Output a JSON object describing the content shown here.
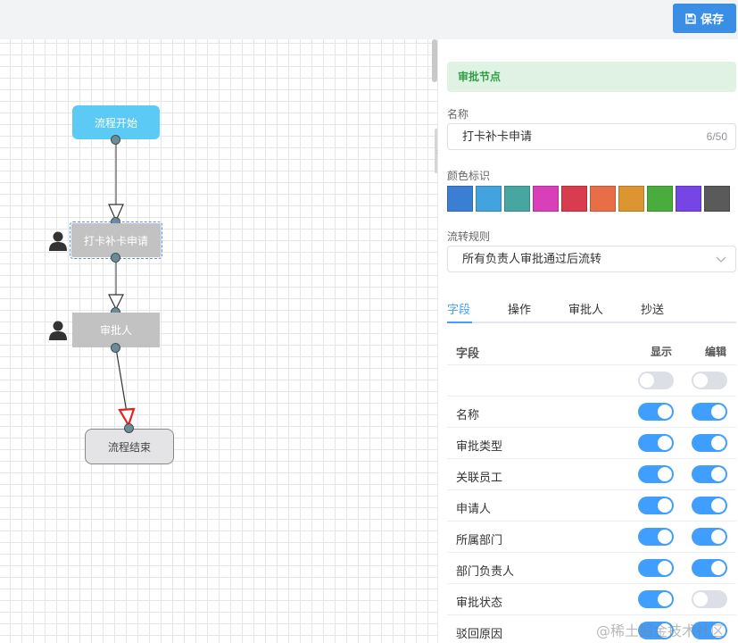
{
  "toolbar": {
    "save_label": "保存",
    "save_icon": "floppy-disk-icon",
    "save_color": "#3a8ee6"
  },
  "flow": {
    "nodes": {
      "start": "流程开始",
      "task1": "打卡补卡申请",
      "task2": "审批人",
      "end": "流程结束"
    },
    "start_color": "#5bcaf5",
    "task_color": "#c2c2c2",
    "end_arrow_color": "#e8201c"
  },
  "panel": {
    "node_type": "审批节点",
    "name_label": "名称",
    "name_value": "打卡补卡申请",
    "name_count": "6/50",
    "color_label": "颜色标识",
    "colors": [
      "#3a7fd3",
      "#43a3de",
      "#47a7a0",
      "#d83fb8",
      "#d93c4f",
      "#e86e47",
      "#dd9532",
      "#4bac3e",
      "#7545e6",
      "#5a5a5a"
    ],
    "rule_label": "流转规则",
    "rule_value": "所有负责人审批通过后流转",
    "tabs": [
      "字段",
      "操作",
      "审批人",
      "抄送"
    ],
    "active_tab": "字段",
    "table": {
      "headers": {
        "field": "字段",
        "show": "显示",
        "edit": "编辑"
      },
      "rows": [
        {
          "field": "",
          "show": false,
          "edit": false
        },
        {
          "field": "名称",
          "show": true,
          "edit": true
        },
        {
          "field": "审批类型",
          "show": true,
          "edit": true
        },
        {
          "field": "关联员工",
          "show": true,
          "edit": true
        },
        {
          "field": "申请人",
          "show": true,
          "edit": true
        },
        {
          "field": "所属部门",
          "show": true,
          "edit": true
        },
        {
          "field": "部门负责人",
          "show": true,
          "edit": true
        },
        {
          "field": "审批状态",
          "show": true,
          "edit": false
        },
        {
          "field": "驳回原因",
          "show": true,
          "edit": true
        }
      ]
    }
  },
  "watermark": "@稀土掘金技术社区"
}
